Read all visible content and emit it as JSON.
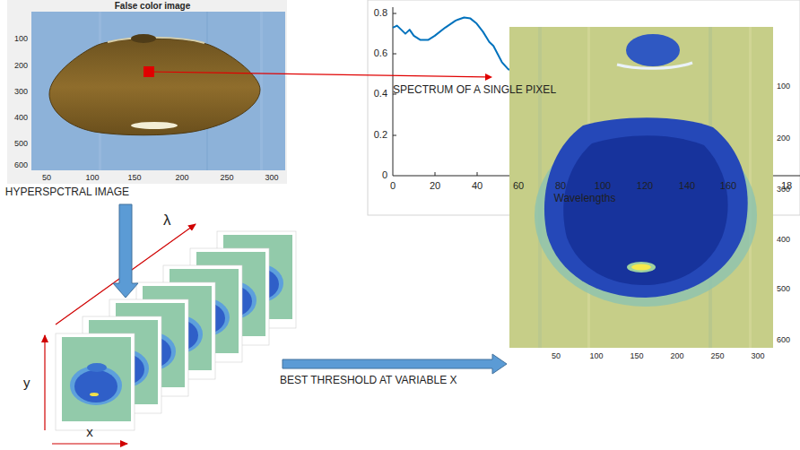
{
  "diagram": {
    "nodes": [
      {
        "text": [
          "False color image",
          "100",
          "200",
          "300",
          "400",
          "500",
          "600",
          "50",
          "100",
          "150",
          "200",
          "250",
          "300",
          "HYPERSPCTRAL IMAGE"
        ]
      },
      {
        "text": [
          "0.8",
          "0.6",
          "0.4",
          "0.2",
          "0",
          "SPECTRUM OF A SINGLE PIXEL",
          "0",
          "20",
          "40",
          "60",
          "80",
          "100",
          "120",
          "140",
          "160",
          "18",
          "Wavelengths"
        ]
      },
      {
        "text": [
          "λ",
          "y",
          "x"
        ]
      },
      {
        "text": [
          "100",
          "200",
          "300",
          "400",
          "500",
          "600",
          "50",
          "100",
          "150",
          "200",
          "250",
          "300"
        ]
      }
    ],
    "edges": [
      {
        "from": 0,
        "to": 1,
        "arrow": "to"
      },
      {
        "from": 0,
        "to": 2,
        "arrow": "to"
      },
      {
        "from": 2,
        "to": 3,
        "label": "BEST THRESHOLD AT VARIABLE X",
        "arrow": "to"
      }
    ]
  }
}
